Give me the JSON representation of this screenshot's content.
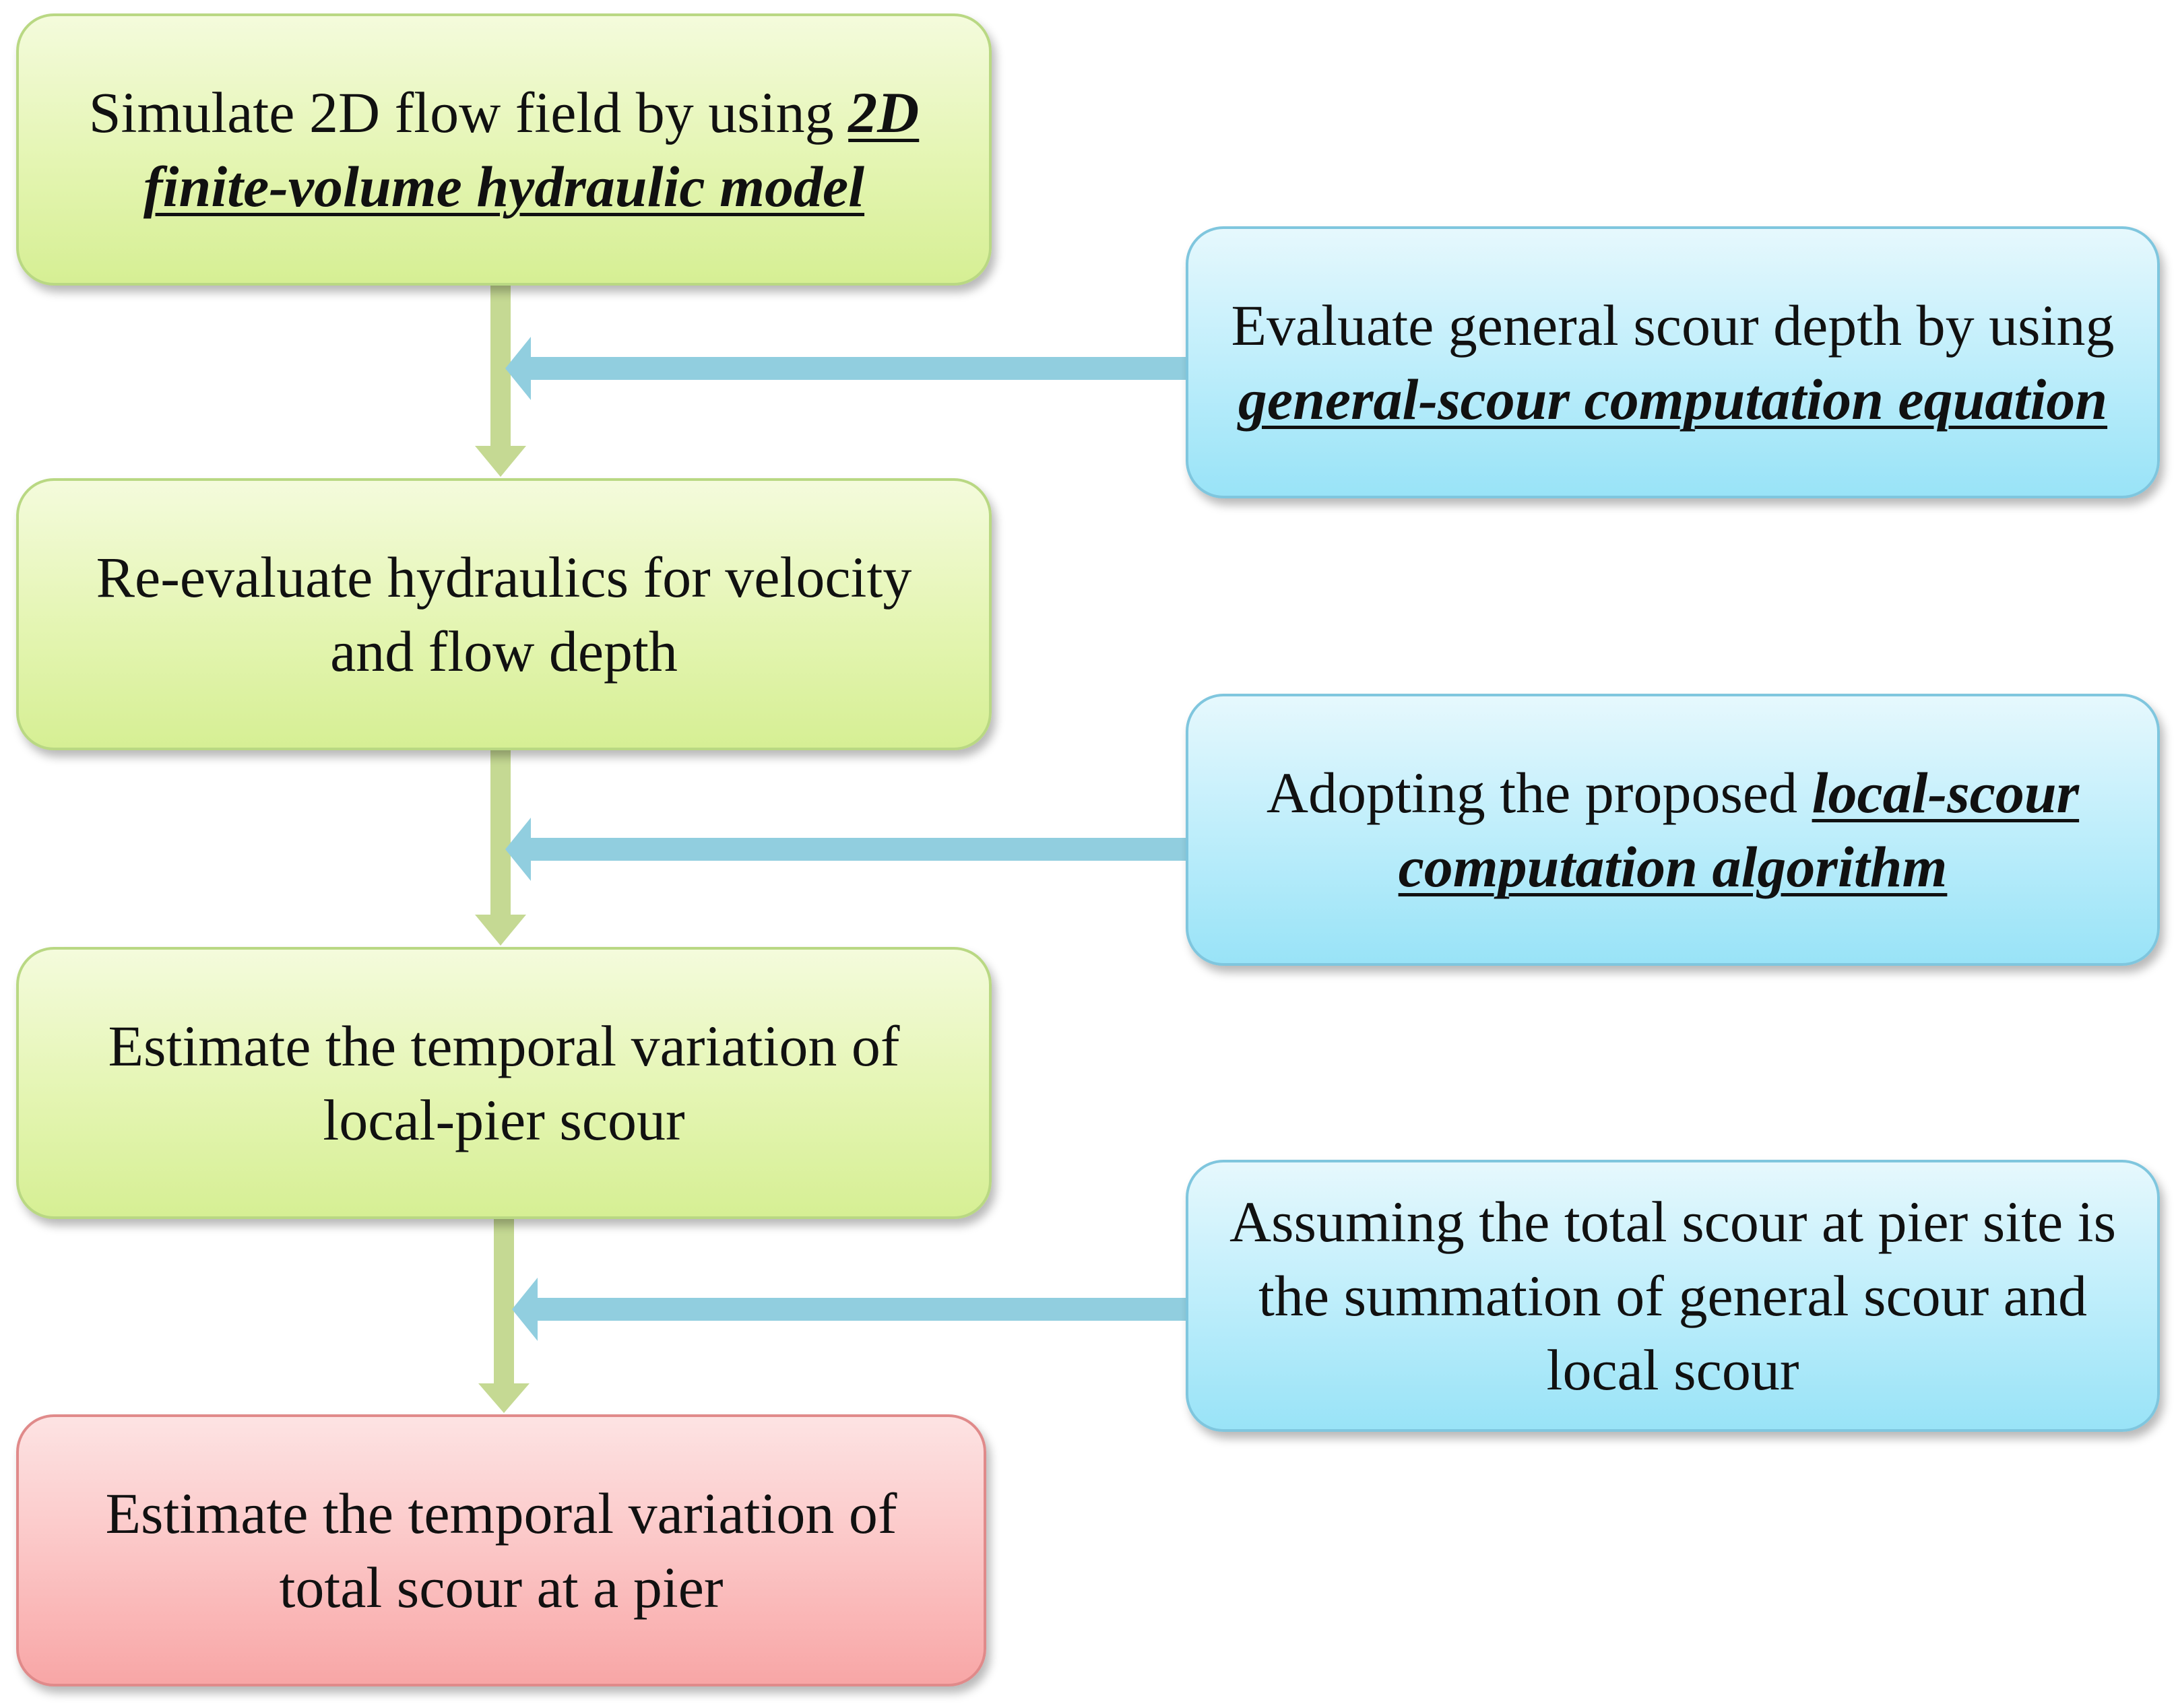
{
  "colors": {
    "step_fill": "#e4f5b2",
    "side_fill": "#bfeefb",
    "final_fill": "#fbc3c3",
    "vertical_arrow": "#c5d993",
    "side_arrow": "#91cedf"
  },
  "steps": [
    {
      "text": "Simulate 2D flow field by using ",
      "em": "2D finite-volume hydraulic model",
      "after": ""
    },
    {
      "text": "Re-evaluate hydraulics for velocity and flow depth",
      "em": "",
      "after": ""
    },
    {
      "text": "Estimate the temporal variation of local-pier scour",
      "em": "",
      "after": ""
    },
    {
      "text": "Estimate the temporal variation of total scour at a pier",
      "em": "",
      "after": ""
    }
  ],
  "side_inputs": [
    {
      "text": "Evaluate general scour depth by using ",
      "em": "general-scour computation equation",
      "after": ""
    },
    {
      "text": "Adopting the proposed ",
      "em": "local-scour computation algorithm",
      "after": ""
    },
    {
      "text": "Assuming the total scour at pier site is the summation of general scour and local scour",
      "em": "",
      "after": ""
    }
  ]
}
